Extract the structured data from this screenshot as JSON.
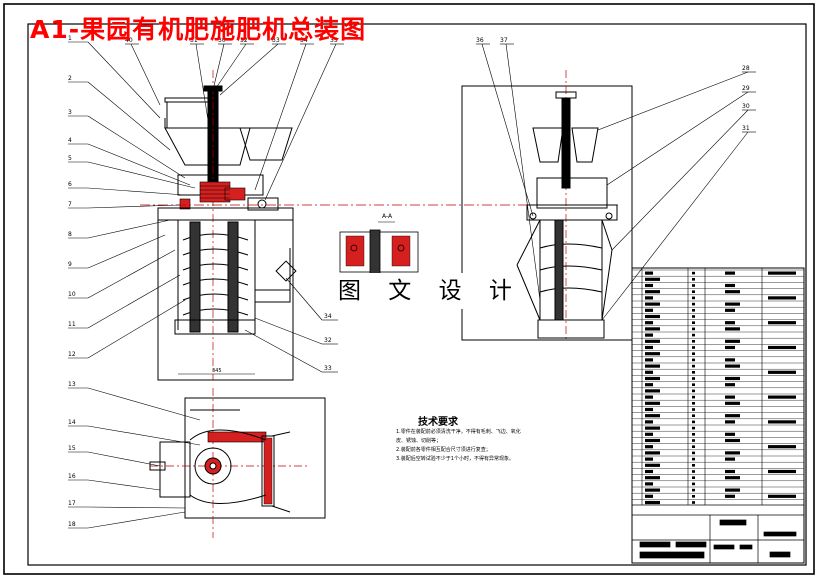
{
  "title": "A1-果园有机肥施肥机总装图",
  "watermark": "图 文 设 计",
  "left_labels": [
    "1",
    "2",
    "3",
    "4",
    "5",
    "6",
    "7",
    "8",
    "9",
    "10",
    "11",
    "12",
    "13",
    "14",
    "15",
    "16",
    "17",
    "18"
  ],
  "top_labels": [
    "40",
    "31",
    "30",
    "32",
    "33",
    "34",
    "35"
  ],
  "right_view_labels": [
    "36",
    "37",
    "28",
    "29",
    "30",
    "31"
  ],
  "bottom_right_labels": [
    "34",
    "32",
    "33"
  ],
  "section_label": "A-A",
  "tech_req": {
    "title": "技术要求",
    "lines": [
      "1.零件在装配前必须清洗干净，不得有毛刺、飞边、氧化",
      "皮、锈蚀、切削等；",
      "2.装配前各零件相互配合尺寸须进行复查；",
      "3.装配后空转试验不少于1个小时，不得有异常现象。"
    ]
  },
  "colors": {
    "title": "#ff0000",
    "section_lines": "#ff0000",
    "highlight": "#d62020",
    "hatch": "#1a1a1a",
    "frame": "#000000"
  }
}
